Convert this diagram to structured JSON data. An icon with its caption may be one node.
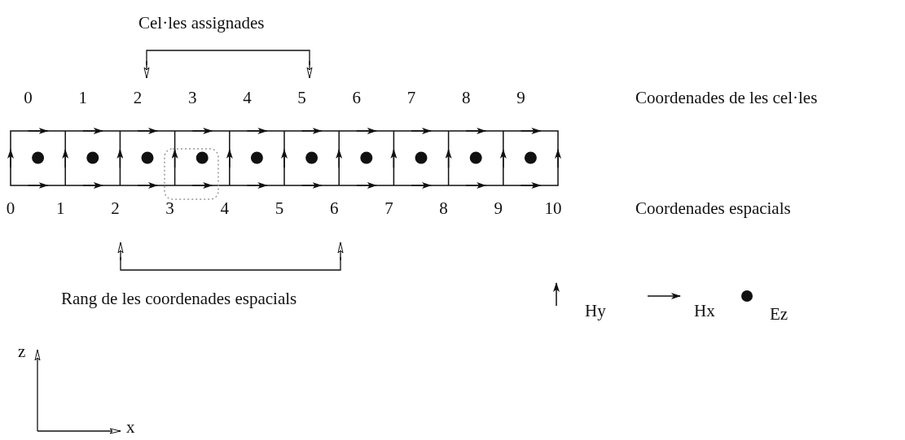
{
  "diagram": {
    "labels": [
      "Cel·les assignades",
      "0",
      "1",
      "2",
      "3",
      "4",
      "5",
      "6",
      "7",
      "8",
      "9",
      "Coordenades de les cel·les",
      "0",
      "1",
      "2",
      "3",
      "4",
      "5",
      "6",
      "7",
      "8",
      "9",
      "10",
      "Coordenades espacials",
      "Rang de les coordenades espacials",
      "z",
      "x"
    ],
    "legend": [
      {
        "text": "Hy"
      },
      {
        "text": "Hx"
      },
      {
        "text": "Ez"
      }
    ]
  }
}
